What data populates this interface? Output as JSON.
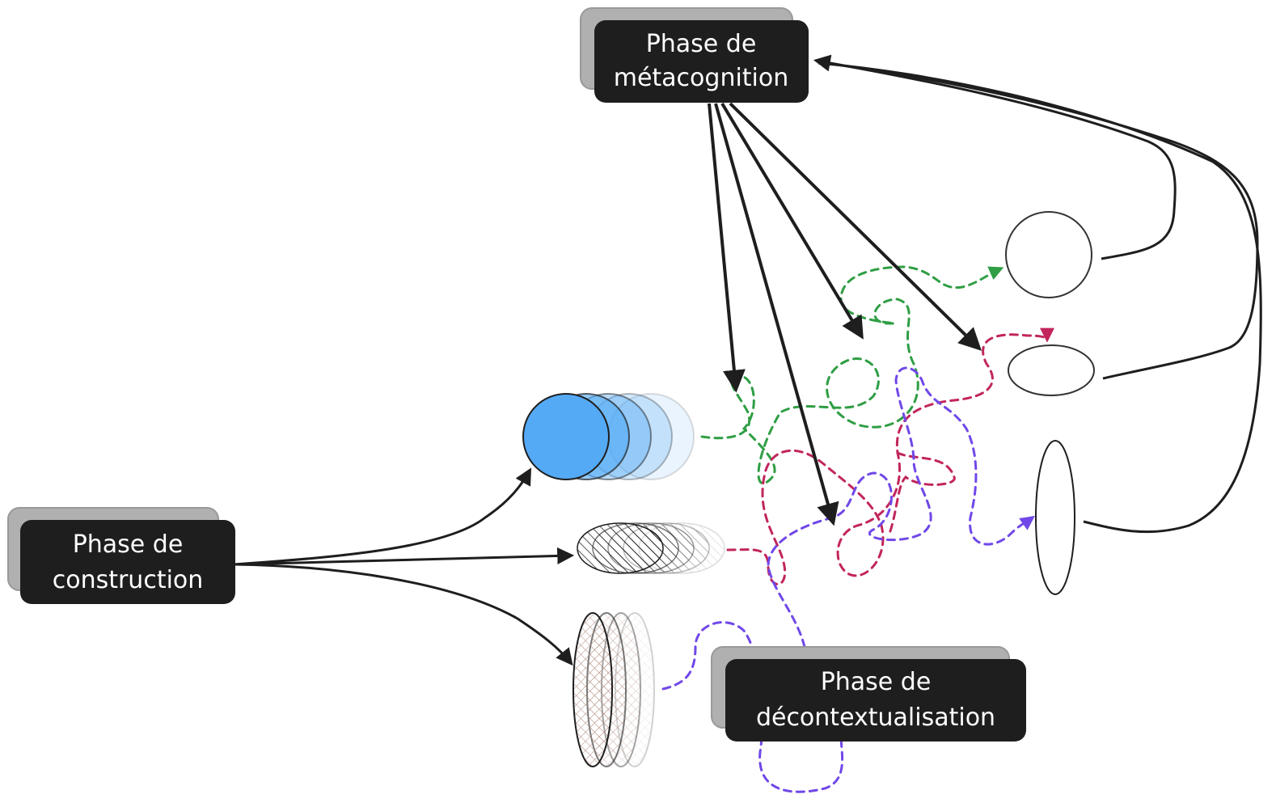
{
  "nodes": {
    "metacognition": {
      "line1": "Phase de",
      "line2": "métacognition"
    },
    "construction": {
      "line1": "Phase de",
      "line2": "construction"
    },
    "decontextualisation": {
      "line1": "Phase de",
      "line2": "décontextualisation"
    }
  },
  "colors": {
    "box": "#1e1e1e",
    "shadow": "#b0b0b0",
    "blue": "#4fa8f5",
    "green": "#2f9e44",
    "crimson": "#c2255c",
    "purple": "#7048e8",
    "hatch_brown": "#d8c3bb"
  }
}
